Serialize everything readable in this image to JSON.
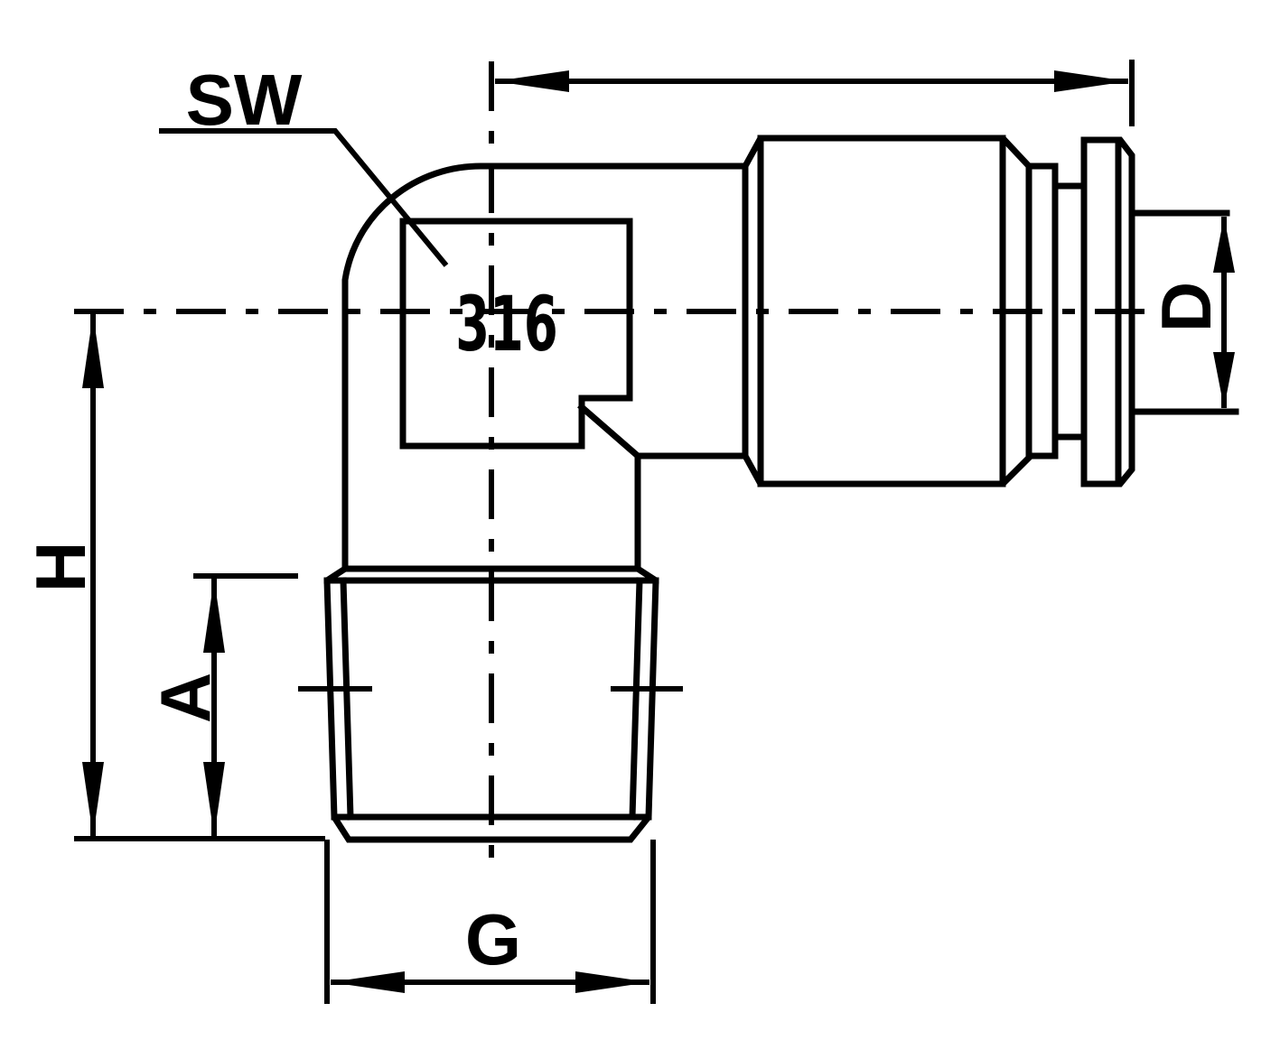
{
  "labels": {
    "sw": "SW",
    "material": "316",
    "d": "D",
    "h": "H",
    "a": "A",
    "g": "G"
  }
}
